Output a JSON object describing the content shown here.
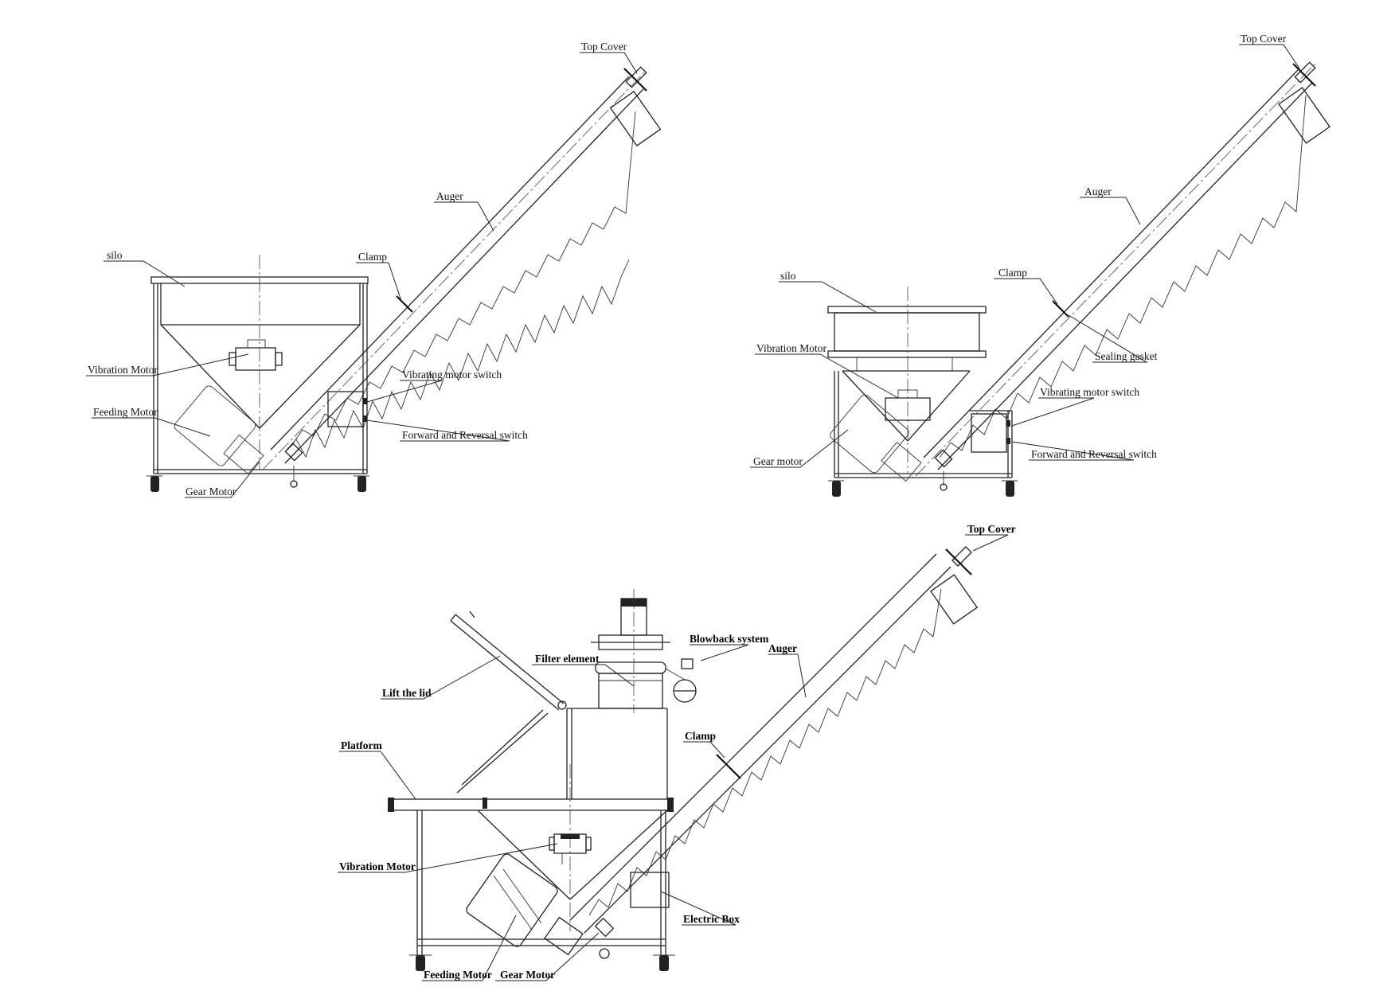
{
  "diagrams": [
    {
      "labels": {
        "top_cover": "Top Cover",
        "auger": "Auger",
        "silo": "silo",
        "clamp": "Clamp",
        "vibration_motor": "Vibration Motor",
        "feeding_motor": "Feeding Motor",
        "vibrating_motor_switch": "Vibrating motor switch",
        "forward_reversal_switch": "Forward and Reversal switch",
        "gear_motor": "Gear Motor"
      }
    },
    {
      "labels": {
        "top_cover": "Top Cover",
        "auger": "Auger",
        "silo": "silo",
        "clamp": "Clamp",
        "vibration_motor": "Vibration Motor",
        "sealing_gasket": "Sealing gasket",
        "vibrating_motor_switch": "Vibrating motor switch",
        "gear_motor": "Gear motor",
        "forward_reversal_switch": "Forward and Reversal switch"
      }
    },
    {
      "labels": {
        "top_cover": "Top Cover",
        "blowback_system": "Blowback system",
        "auger": "Auger",
        "filter_element": "Filter element",
        "lift_the_lid": "Lift the lid",
        "platform": "Platform",
        "clamp": "Clamp",
        "vibration_motor": "Vibration Motor",
        "electric_box": "Electric Box",
        "feeding_motor": "Feeding Motor",
        "gear_motor": "Gear Motor"
      }
    }
  ]
}
